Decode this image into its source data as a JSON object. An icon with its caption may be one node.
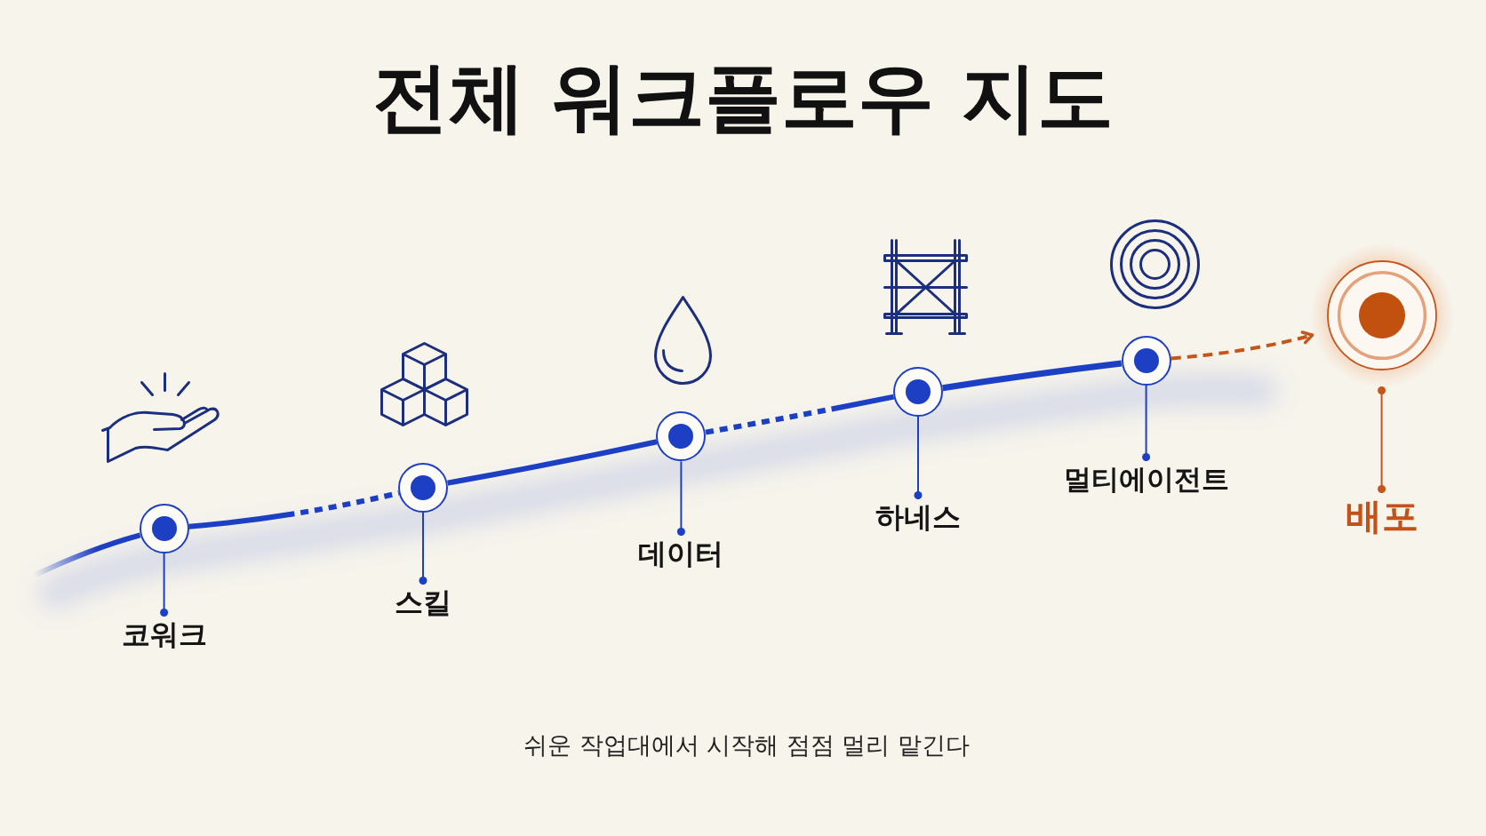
{
  "diagram": {
    "title": "전체 워크플로우 지도",
    "caption": "쉬운 작업대에서 시작해 점점 멀리 맡긴다",
    "nodes": [
      {
        "text": [],
        "shape": "circle"
      },
      {
        "text": [
          "코워크"
        ]
      },
      {
        "text": [],
        "shape": "circle"
      },
      {
        "text": [
          "스킬"
        ]
      },
      {
        "text": [],
        "shape": "circle"
      },
      {
        "text": [
          "데이터"
        ]
      },
      {
        "text": [],
        "shape": "circle"
      },
      {
        "text": [
          "하네스"
        ]
      },
      {
        "text": [],
        "shape": "circle"
      },
      {
        "text": [
          "멀티에이전트"
        ]
      },
      {
        "text": [],
        "shape": "circle"
      },
      {
        "text": [
          "배포"
        ]
      }
    ],
    "edges": [
      {
        "from": null,
        "to": 0,
        "arrow": "none",
        "style": "thick"
      },
      {
        "from": 0,
        "to": 2,
        "arrow": "none",
        "style": "dashed"
      },
      {
        "from": 2,
        "to": 4,
        "arrow": "none",
        "style": "thick"
      },
      {
        "from": 4,
        "to": 6,
        "arrow": "none",
        "style": "dashed"
      },
      {
        "from": 6,
        "to": 8,
        "arrow": "none",
        "style": "thick"
      },
      {
        "from": 8,
        "to": 10,
        "arrow": "to",
        "style": "dashed",
        "color": "#c4561c"
      },
      {
        "from": 1,
        "to": 0,
        "arrow": "other"
      },
      {
        "from": 3,
        "to": 2,
        "arrow": "other"
      },
      {
        "from": 5,
        "to": 4,
        "arrow": "other"
      },
      {
        "from": 7,
        "to": 6,
        "arrow": "other"
      },
      {
        "from": 9,
        "to": 8,
        "arrow": "other"
      },
      {
        "from": 11,
        "to": 10,
        "arrow": "other",
        "color": "#c4561c"
      }
    ]
  }
}
